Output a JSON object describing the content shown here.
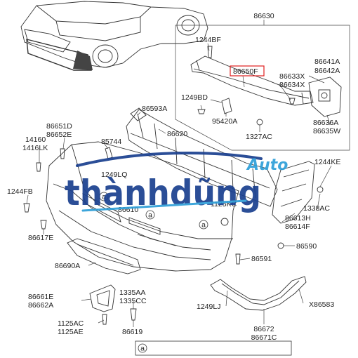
{
  "labels": [
    {
      "id": "lbl-86630",
      "text": "86630"
    },
    {
      "id": "lbl-1244bf",
      "text": "1244BF"
    },
    {
      "id": "lbl-86650f",
      "text": "86650F"
    },
    {
      "id": "lbl-86641a",
      "text": "86641A"
    },
    {
      "id": "lbl-86642a",
      "text": "86642A"
    },
    {
      "id": "lbl-86633x",
      "text": "86633X"
    },
    {
      "id": "lbl-86634x",
      "text": "86634X"
    },
    {
      "id": "lbl-1249bd",
      "text": "1249BD"
    },
    {
      "id": "lbl-95420a",
      "text": "95420A"
    },
    {
      "id": "lbl-1327ac",
      "text": "1327AC"
    },
    {
      "id": "lbl-86636a",
      "text": "86636A"
    },
    {
      "id": "lbl-86635w",
      "text": "86635W"
    },
    {
      "id": "lbl-86593a",
      "text": "86593A"
    },
    {
      "id": "lbl-86620",
      "text": "86620"
    },
    {
      "id": "lbl-86651d",
      "text": "86651D"
    },
    {
      "id": "lbl-86652e",
      "text": "86652E"
    },
    {
      "id": "lbl-85744",
      "text": "85744"
    },
    {
      "id": "lbl-14160",
      "text": "14160"
    },
    {
      "id": "lbl-1416lk",
      "text": "1416LK"
    },
    {
      "id": "lbl-1244ke",
      "text": "1244KE"
    },
    {
      "id": "lbl-1249lq",
      "text": "1249LQ"
    },
    {
      "id": "lbl-1244fb",
      "text": "1244FB"
    },
    {
      "id": "lbl-1125kc",
      "text": "1125KC"
    },
    {
      "id": "lbl-1338ac",
      "text": "1338AC"
    },
    {
      "id": "lbl-86610",
      "text": "86610"
    },
    {
      "id": "lbl-86613h",
      "text": "86613H"
    },
    {
      "id": "lbl-86614f",
      "text": "86614F"
    },
    {
      "id": "lbl-86617e",
      "text": "86617E"
    },
    {
      "id": "lbl-86590",
      "text": "86590"
    },
    {
      "id": "lbl-86690a",
      "text": "86690A"
    },
    {
      "id": "lbl-86591",
      "text": "86591"
    },
    {
      "id": "lbl-86661e",
      "text": "86661E"
    },
    {
      "id": "lbl-86662a",
      "text": "86662A"
    },
    {
      "id": "lbl-1335aa",
      "text": "1335AA"
    },
    {
      "id": "lbl-1335cc",
      "text": "1335CC"
    },
    {
      "id": "lbl-1249lj",
      "text": "1249LJ"
    },
    {
      "id": "lbl-x86583",
      "text": "X86583"
    },
    {
      "id": "lbl-1125ac",
      "text": "1125AC"
    },
    {
      "id": "lbl-1125ae",
      "text": "1125AE"
    },
    {
      "id": "lbl-86619",
      "text": "86619"
    },
    {
      "id": "lbl-86672",
      "text": "86672"
    },
    {
      "id": "lbl-86671c",
      "text": "86671C"
    }
  ],
  "callout_a": {
    "symbol": "a"
  },
  "highlight_color": "#e02020",
  "watermark": {
    "brand": "thànhdũng",
    "tagline": "Auto",
    "brand_color": "#1a3f8f",
    "accent_color": "#2e9fd8"
  }
}
